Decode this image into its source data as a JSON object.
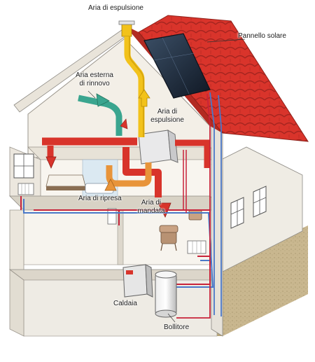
{
  "labels": {
    "exhaust_top": "Aria di espulsione",
    "solar_panel": "Pannello solare",
    "fresh_air_line1": "Aria esterna",
    "fresh_air_line2": "di rinnovo",
    "exhaust_inner_line1": "Aria di",
    "exhaust_inner_line2": "espulsione",
    "return_air": "Aria di ripresa",
    "supply_air_line1": "Aria di",
    "supply_air_line2": "mandata",
    "boiler": "Caldaia",
    "water_heater": "Bollitore"
  },
  "colors": {
    "roof_tile": "#d9342b",
    "exhaust_duct": "#f2c21b",
    "fresh_air_duct": "#3aa58f",
    "supply_duct": "#d8342b",
    "return_duct": "#e8943a",
    "hot_water_pipe": "#c8233a",
    "cold_water_pipe": "#4a78c8",
    "solar_panel": "#1e2a3a",
    "wall": "#f4f1ea",
    "ground": "#c9b78f"
  }
}
